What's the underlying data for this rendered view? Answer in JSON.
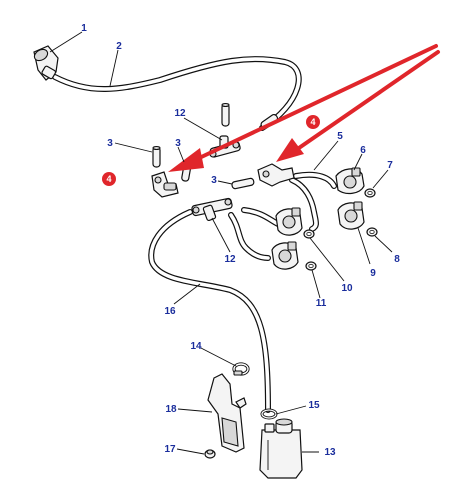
{
  "colors": {
    "callout": "#1a2d9c",
    "highlight": "#e0262b",
    "line": "#111111"
  },
  "callouts": {
    "c1": "1",
    "c2": "2",
    "c3a": "3",
    "c3b": "3",
    "c3c": "3",
    "c4a": "4",
    "c4b": "4",
    "c5": "5",
    "c6": "6",
    "c7": "7",
    "c8": "8",
    "c9": "9",
    "c10": "10",
    "c11": "11",
    "c12a": "12",
    "c12b": "12",
    "c13": "13",
    "c14": "14",
    "c15": "15",
    "c16": "16",
    "c17": "17",
    "c18": "18"
  }
}
